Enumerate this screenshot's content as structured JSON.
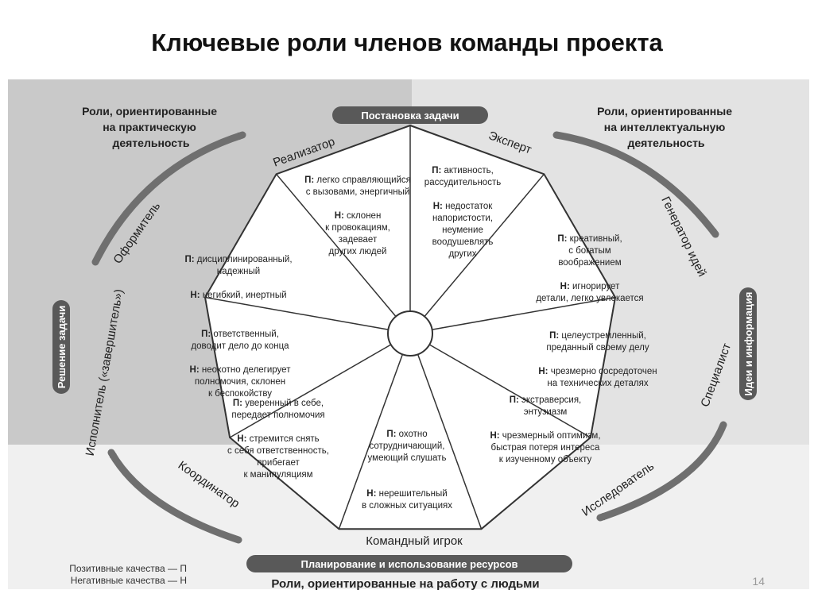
{
  "title": "Ключевые роли членов команды проекта",
  "slide_number": "14",
  "quadrants": {
    "top_left": "Роли, ориентированные на практическую деятельность",
    "top_left_lines": [
      "Роли, ориентированные",
      "на практическую",
      "деятельность"
    ],
    "top_right": "Роли, ориентированные на интеллектуальную деятельность",
    "top_right_lines": [
      "Роли, ориентированные",
      "на интеллектуальную",
      "деятельность"
    ],
    "bottom": "Роли, ориентированные на работу с людьми"
  },
  "badges": {
    "top": "Постановка задачи",
    "right": "Идеи и информация",
    "bottom": "Планирование и использование ресурсов",
    "left": "Решение задачи"
  },
  "legend": {
    "positive": "Позитивные качества — П",
    "negative": "Негативные качества — Н"
  },
  "roles": [
    {
      "name": "Реализатор",
      "lines": [
        {
          "b": "П:",
          "t": "легко справляющийся"
        },
        {
          "t": "с вызовами, энергичный"
        },
        {
          "t": ""
        },
        {
          "b": "Н:",
          "t": "склонен"
        },
        {
          "t": "к провокациям,"
        },
        {
          "t": "задевает"
        },
        {
          "t": "других людей"
        }
      ]
    },
    {
      "name": "Эксперт",
      "lines": [
        {
          "b": "П:",
          "t": "активность,"
        },
        {
          "t": "рассудительность"
        },
        {
          "t": ""
        },
        {
          "b": "Н:",
          "t": "недостаток"
        },
        {
          "t": "напористости,"
        },
        {
          "t": "неумение"
        },
        {
          "t": "воодушевлять"
        },
        {
          "t": "других"
        }
      ]
    },
    {
      "name": "Генератор идей",
      "lines": [
        {
          "b": "П:",
          "t": "креативный,"
        },
        {
          "t": "с богатым"
        },
        {
          "t": "воображением"
        },
        {
          "t": ""
        },
        {
          "b": "Н:",
          "t": "игнорирует"
        },
        {
          "t": "детали, легко увлекается"
        }
      ]
    },
    {
      "name": "Специалист",
      "lines": [
        {
          "b": "П:",
          "t": "целеустремленный,"
        },
        {
          "t": "преданный своему делу"
        },
        {
          "t": ""
        },
        {
          "b": "Н:",
          "t": "чрезмерно сосредоточен"
        },
        {
          "t": "на технических деталях"
        }
      ]
    },
    {
      "name": "Исследователь",
      "lines": [
        {
          "b": "П:",
          "t": "экстраверсия,"
        },
        {
          "t": "энтузиазм"
        },
        {
          "t": ""
        },
        {
          "b": "Н:",
          "t": "чрезмерный оптимизм,"
        },
        {
          "t": "быстрая потеря интереса"
        },
        {
          "t": "к изученному объекту"
        }
      ]
    },
    {
      "name": "Командный игрок",
      "lines": [
        {
          "b": "П:",
          "t": "охотно"
        },
        {
          "t": "сотрудничающий,"
        },
        {
          "t": "умеющий слушать"
        },
        {
          "t": ""
        },
        {
          "t": ""
        },
        {
          "b": "Н:",
          "t": "нерешительный"
        },
        {
          "t": "в сложных ситуациях"
        }
      ]
    },
    {
      "name": "Координатор",
      "lines": [
        {
          "b": "П:",
          "t": "уверенный в себе,"
        },
        {
          "t": "передает полномочия"
        },
        {
          "t": ""
        },
        {
          "b": "Н:",
          "t": "стремится снять"
        },
        {
          "t": "с себя ответственность,"
        },
        {
          "t": "прибегает"
        },
        {
          "t": "к манипуляциям"
        }
      ]
    },
    {
      "name": "Исполнитель («завершитель»)",
      "lines": [
        {
          "b": "П:",
          "t": "ответственный,"
        },
        {
          "t": "доводит дело до конца"
        },
        {
          "t": ""
        },
        {
          "b": "Н:",
          "t": "неохотно делегирует"
        },
        {
          "t": "полномочия, склонен"
        },
        {
          "t": "к беспокойству"
        }
      ]
    },
    {
      "name": "Оформитель",
      "lines": [
        {
          "b": "П:",
          "t": "дисциплинированный,"
        },
        {
          "t": "надежный"
        },
        {
          "t": ""
        },
        {
          "b": "Н:",
          "t": "негибкий, инертный"
        }
      ]
    }
  ]
}
